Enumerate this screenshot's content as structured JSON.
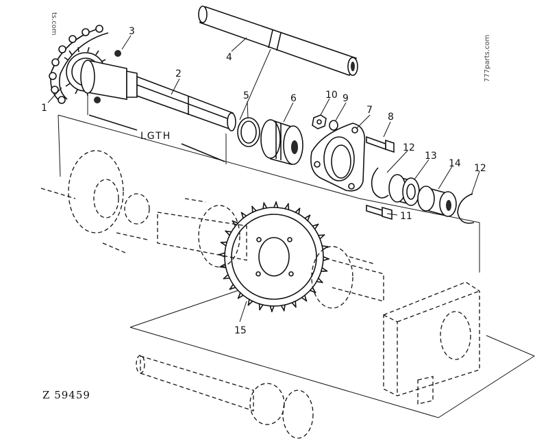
{
  "diagram": {
    "figure_code": "Z 59459",
    "watermark_right": "777parts.com",
    "watermark_left": "ts.com",
    "dimension_label": "LGTH",
    "callouts": [
      {
        "id": "c1",
        "label": "1"
      },
      {
        "id": "c2",
        "label": "2"
      },
      {
        "id": "c3",
        "label": "3"
      },
      {
        "id": "c4",
        "label": "4"
      },
      {
        "id": "c5",
        "label": "5"
      },
      {
        "id": "c6",
        "label": "6"
      },
      {
        "id": "c7",
        "label": "7"
      },
      {
        "id": "c8",
        "label": "8"
      },
      {
        "id": "c9",
        "label": "9"
      },
      {
        "id": "c10",
        "label": "10"
      },
      {
        "id": "c11",
        "label": "11"
      },
      {
        "id": "c12a",
        "label": "12"
      },
      {
        "id": "c12b",
        "label": "12"
      },
      {
        "id": "c13",
        "label": "13"
      },
      {
        "id": "c14",
        "label": "14"
      },
      {
        "id": "c15",
        "label": "15"
      }
    ]
  }
}
